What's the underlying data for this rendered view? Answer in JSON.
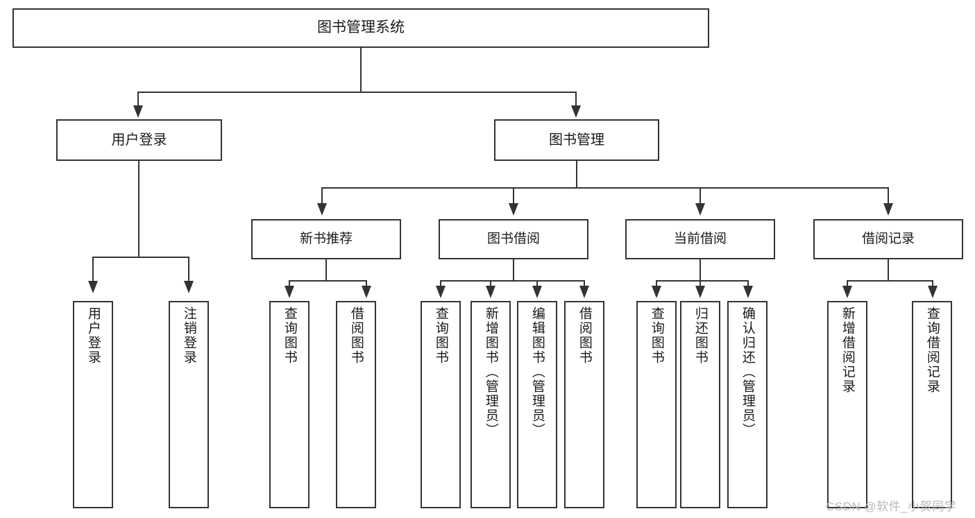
{
  "diagram": {
    "type": "hierarchy-tree",
    "title": "图书管理系统",
    "watermark": "CSDN @软件_小贺同学",
    "colors": {
      "border": "#333333",
      "background": "#ffffff",
      "text": "#1a1a1a",
      "watermark": "#b9b9b9"
    },
    "root": {
      "label": "图书管理系统"
    },
    "level2": [
      {
        "id": "user-login",
        "label": "用户登录"
      },
      {
        "id": "book-manage",
        "label": "图书管理"
      }
    ],
    "level3": [
      {
        "id": "new-book-rec",
        "label": "新书推荐"
      },
      {
        "id": "book-borrow",
        "label": "图书借阅"
      },
      {
        "id": "current-borrow",
        "label": "当前借阅"
      },
      {
        "id": "borrow-record",
        "label": "借阅记录"
      }
    ],
    "leaves": {
      "user_login": [
        {
          "id": "leaf-user-login",
          "label": "用户登录"
        },
        {
          "id": "leaf-user-logout",
          "label": "注销登录"
        }
      ],
      "new_book_rec": [
        {
          "id": "leaf-query-book-1",
          "label": "查询图书"
        },
        {
          "id": "leaf-borrow-book-1",
          "label": "借阅图书"
        }
      ],
      "book_borrow": [
        {
          "id": "leaf-query-book-2",
          "label": "查询图书"
        },
        {
          "id": "leaf-add-book",
          "label": "新增图书（管理员）"
        },
        {
          "id": "leaf-edit-book",
          "label": "编辑图书（管理员）"
        },
        {
          "id": "leaf-borrow-book-2",
          "label": "借阅图书"
        }
      ],
      "current_borrow": [
        {
          "id": "leaf-query-book-3",
          "label": "查询图书"
        },
        {
          "id": "leaf-return-book",
          "label": "归还图书"
        },
        {
          "id": "leaf-confirm-return",
          "label": "确认归还（管理员）"
        }
      ],
      "borrow_record": [
        {
          "id": "leaf-add-record",
          "label": "新增借阅记录"
        },
        {
          "id": "leaf-query-record",
          "label": "查询借阅记录"
        }
      ]
    }
  }
}
